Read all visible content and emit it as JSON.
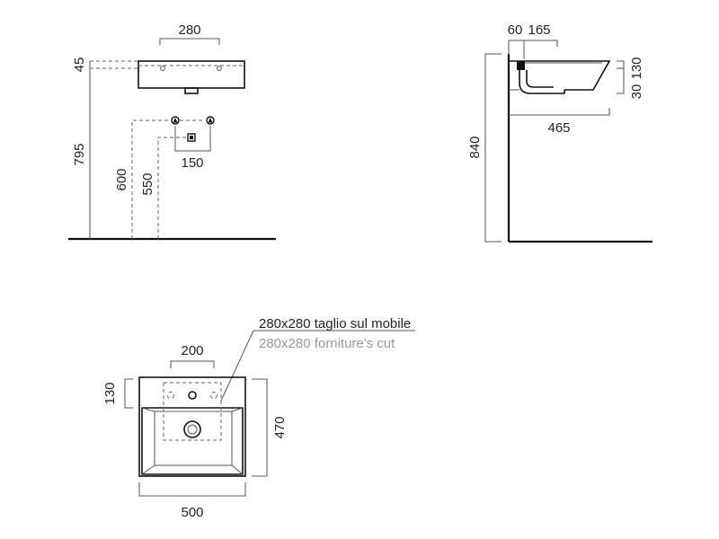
{
  "front_view": {
    "width_label": "280",
    "top_offset_label": "45",
    "height_label": "795",
    "supply_height_label": "600",
    "drain_height_label": "550",
    "supply_spacing_label": "150"
  },
  "side_view": {
    "wall_offset_label": "60",
    "tap_offset_label": "165",
    "depth_label": "465",
    "height_label": "840",
    "rim_label": "30",
    "basin_height_label": "130"
  },
  "plan_view": {
    "note_it": "280x280 taglio sul mobile",
    "note_en": "280x280 forniture's cut",
    "cut_width_label": "200",
    "deck_depth_label": "130",
    "total_depth_label": "470",
    "total_width_label": "500"
  }
}
